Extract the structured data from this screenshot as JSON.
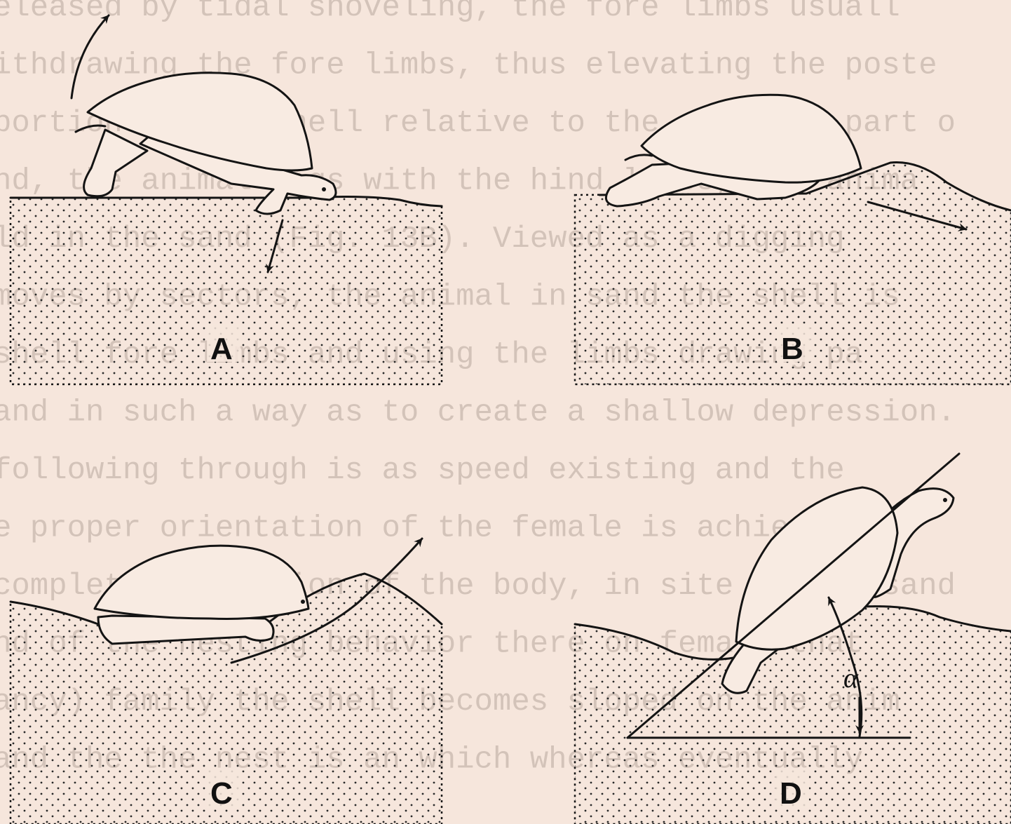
{
  "figure": {
    "panels": [
      {
        "id": "A",
        "label": "A"
      },
      {
        "id": "B",
        "label": "B"
      },
      {
        "id": "C",
        "label": "C"
      },
      {
        "id": "D",
        "label": "D"
      }
    ],
    "angle_label": "α"
  },
  "background_text_lines": [
    "eleased by tidal shoveling, the fore limbs usuall",
    "ithdrawing the fore limbs, thus elevating the poste",
    "portion of the shell relative to the anterior part o",
    "nd, the animal digs with the hind limbs, the anima",
    "ld in the sand (Fig. 13B). Viewed as a digging",
    "moves by sectors, the animal in sand the shell is",
    "shell fore limbs and using the limbs drawing pa",
    "and in such a way as to create a shallow depression.",
    "following through is as speed existing and the",
    "e proper orientation of the female is achieved for",
    "complete excavation of the body, in site on the sand",
    "nd of the nesting behavior there on female that",
    "ancy) family the shell becomes sloped on the anim",
    "and the the nest is an which whereas eventually"
  ],
  "colors": {
    "paper": "#f6e6dc",
    "ink": "#141414",
    "sand_dot": "#2a2a2a"
  }
}
